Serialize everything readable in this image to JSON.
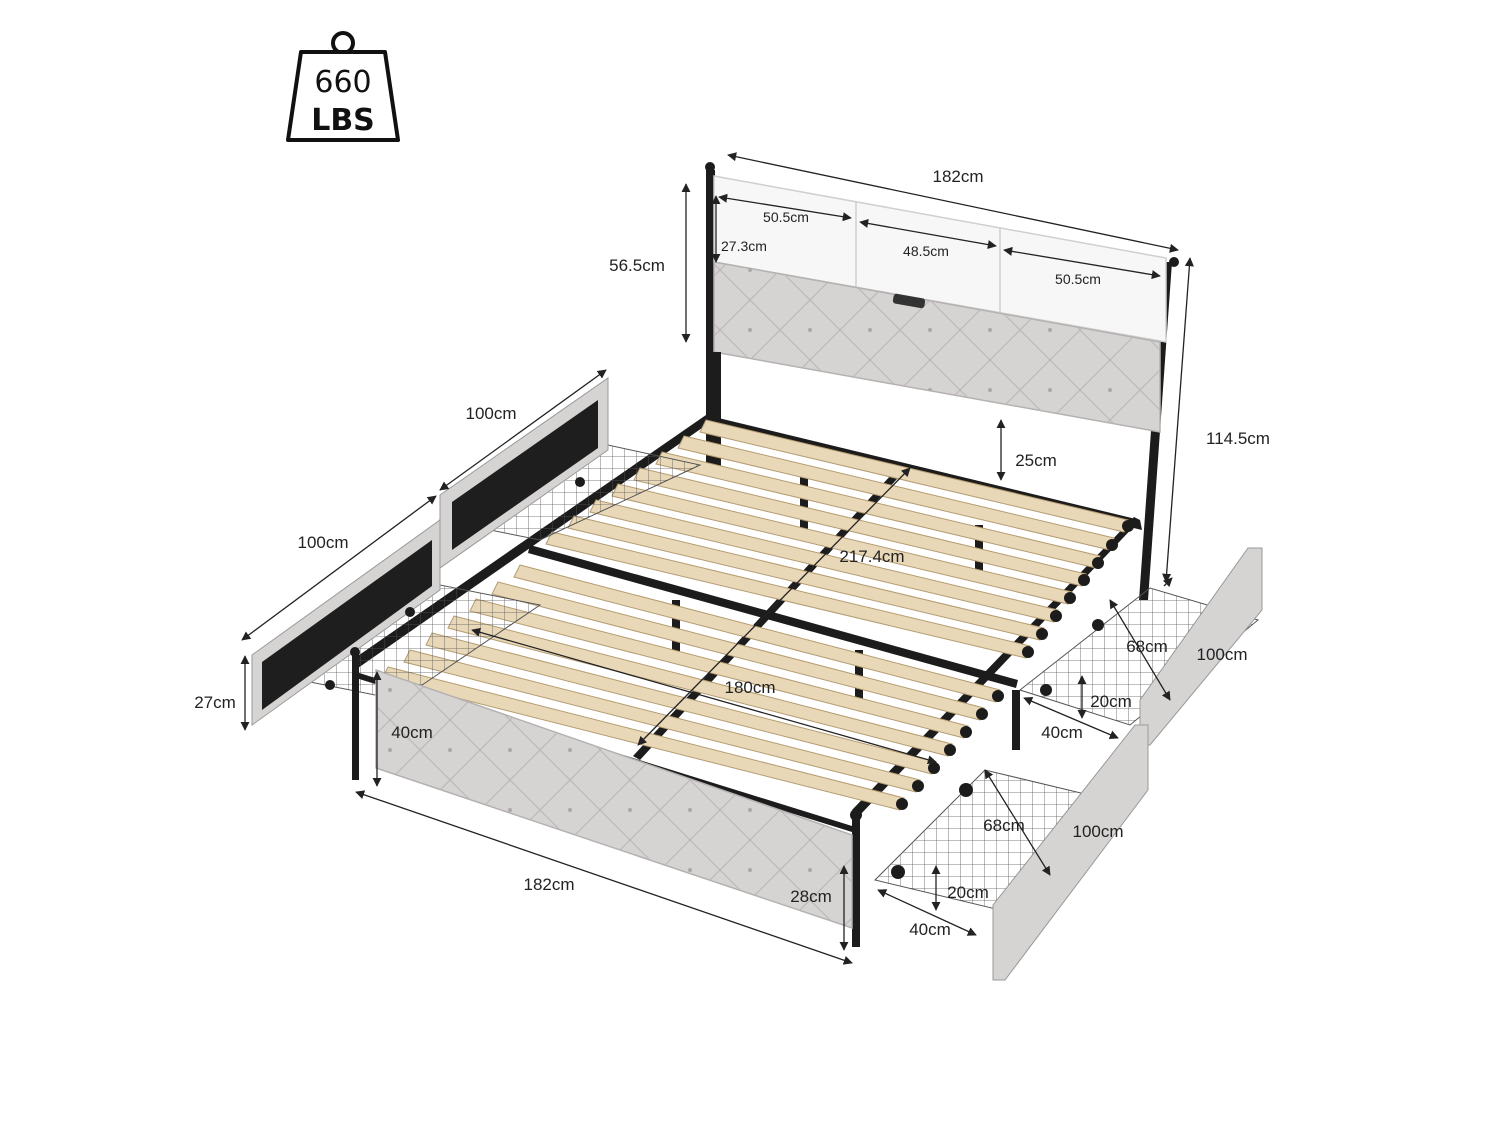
{
  "weight_badge": {
    "value": "660",
    "unit": "LBS"
  },
  "dimensions": {
    "headboard_width": "182cm",
    "shelf_left_width": "50.5cm",
    "shelf_mid_width": "48.5cm",
    "shelf_right_width": "50.5cm",
    "shelf_height": "27.3cm",
    "headboard_panel_height": "56.5cm",
    "total_height": "114.5cm",
    "under_bed_clearance": "25cm",
    "bed_length": "217.4cm",
    "bed_width": "180cm",
    "drawer_front_upper": "100cm",
    "drawer_front_lower": "100cm",
    "drawer_front_height": "27cm",
    "footboard_height": "40cm",
    "footboard_width": "182cm",
    "footboard_panel_height": "28cm",
    "right_drawer_rear_length": "100cm",
    "right_drawer_rear_depth": "68cm",
    "right_drawer_rear_height": "20cm",
    "right_drawer_rear_width": "40cm",
    "right_drawer_front_length": "100cm",
    "right_drawer_front_depth": "68cm",
    "right_drawer_front_height": "20cm",
    "right_drawer_front_width": "40cm"
  },
  "colors": {
    "frame": "#1c1c1c",
    "upholstery": "#d6d3d3",
    "slat": "#e9d8b8",
    "shelf": "#f7f7f7",
    "line": "#222222"
  }
}
